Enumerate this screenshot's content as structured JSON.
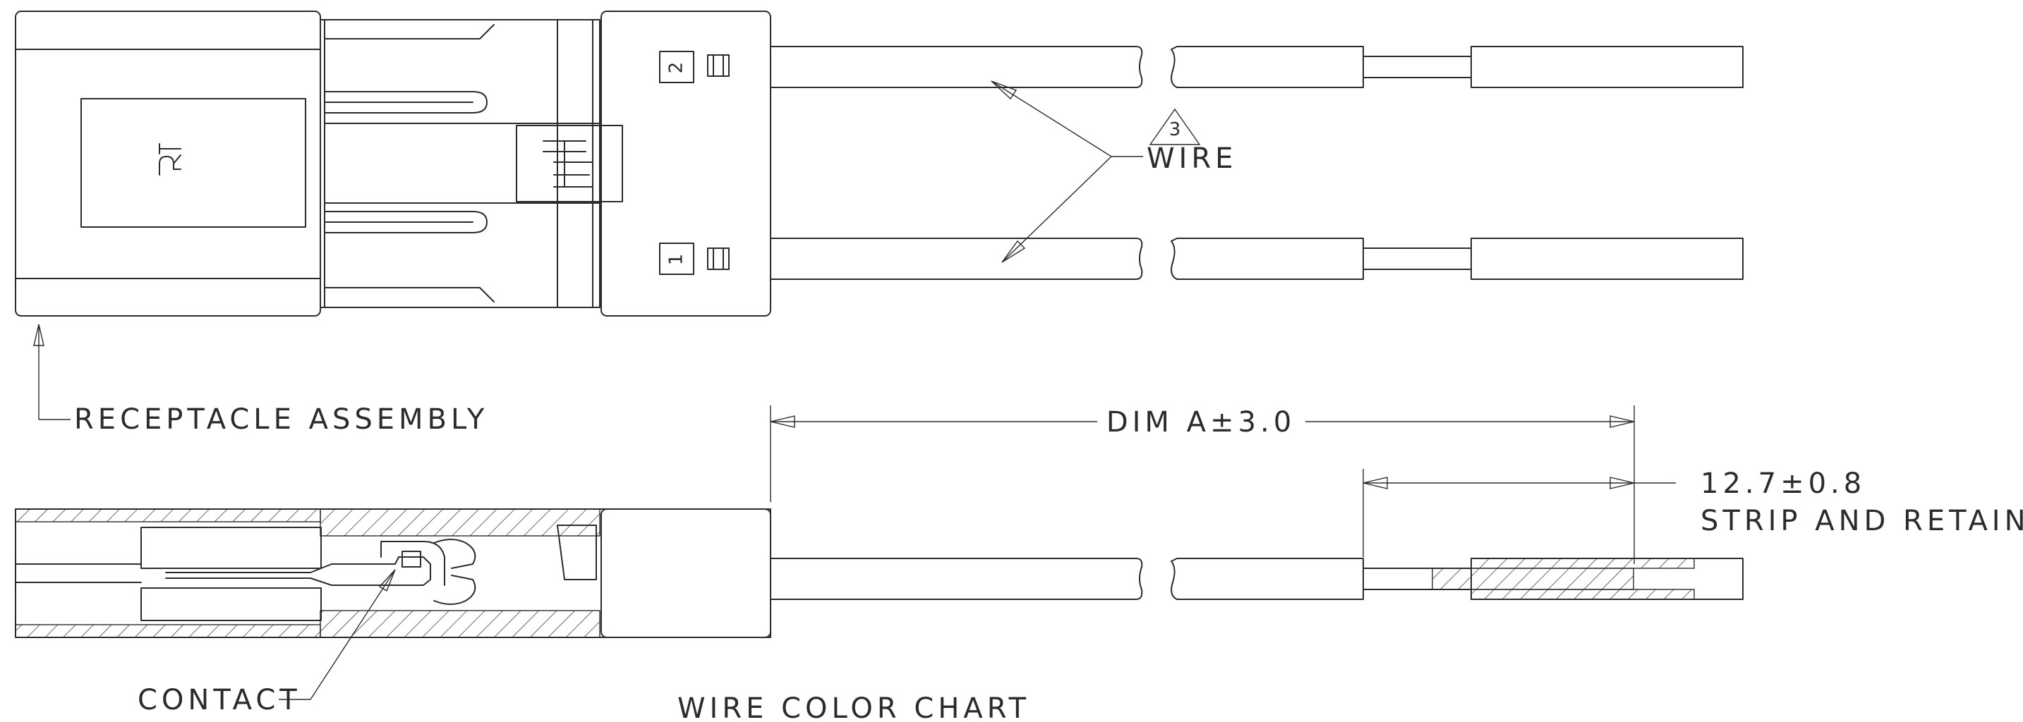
{
  "labels": {
    "wire": "WIRE",
    "wire_note_number": "3",
    "receptacle_assembly": "RECEPTACLE ASSEMBLY",
    "dim_a": "DIM A±3.0",
    "strip_dim": "12.7±0.8",
    "strip_note": "STRIP AND RETAIN",
    "contact": "CONTACT",
    "wire_color_chart": "WIRE COLOR CHART"
  },
  "pins": {
    "pin_2": "2",
    "pin_1": "1"
  },
  "colors": {
    "line": "#2b2b2b",
    "background": "#ffffff"
  }
}
